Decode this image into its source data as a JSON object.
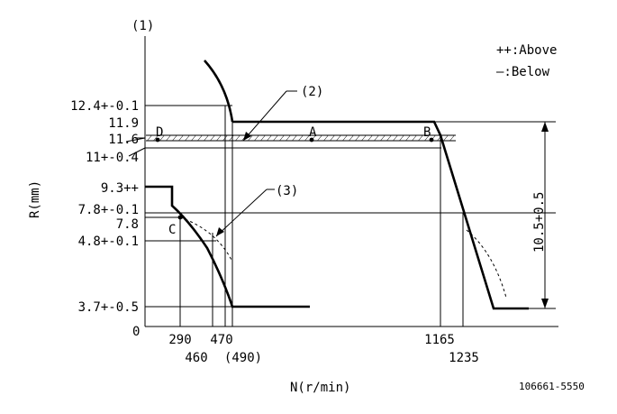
{
  "diagram": {
    "y_axis_marker": "(1)",
    "y_axis_title": "R(mm)",
    "x_axis_title": "N(r/min)",
    "origin_label": "0",
    "legend": {
      "above": "++:Above",
      "below": "—:Below"
    },
    "y_labels": {
      "r12_4": "12.4+-0.1",
      "r11_9": "11.9",
      "r11_6": "11.6",
      "r11": "11+-0.4",
      "r9_3": "9.3++",
      "r7_8a": "7.8+-0.1",
      "r7_8b": "7.8",
      "r4_8": "4.8+-0.1",
      "r3_7": "3.7+-0.5"
    },
    "x_labels": {
      "n290": "290",
      "n470": "470",
      "n460": "460",
      "n490": "(490)",
      "n1165": "1165",
      "n1235": "1235"
    },
    "points": {
      "a": "A",
      "b": "B",
      "c": "C",
      "d": "D"
    },
    "callouts": {
      "c2": "(2)",
      "c3": "(3)"
    },
    "dimension": "10.5+0.5",
    "drawing_number": "106661-5550"
  }
}
